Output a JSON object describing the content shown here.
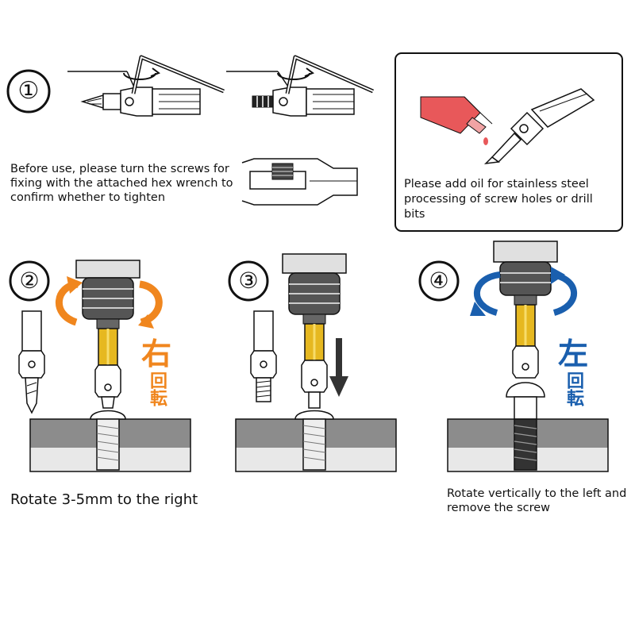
{
  "steps": [
    {
      "number": "①"
    },
    {
      "number": "②"
    },
    {
      "number": "③"
    },
    {
      "number": "④"
    }
  ],
  "notes": {
    "before_use": "Before use, please turn the screws for fixing with the attached hex wrench to confirm whether to tighten",
    "add_oil": "Please add oil for stainless steel processing of screw holes or drill bits"
  },
  "captions": {
    "step2": "Rotate 3-5mm to the right",
    "step4": "Rotate vertically to the left and remove the screw"
  },
  "labels": {
    "right_main": "右",
    "right_sub": "回転",
    "left_main": "左",
    "left_sub": "回転"
  },
  "colors": {
    "orange": "#f0861e",
    "blue": "#1a5fae",
    "gold": "#e6b820",
    "workpiece_dark": "#8c8c8c",
    "workpiece_light": "#e8e8e8",
    "oil_red": "#e8585a"
  }
}
